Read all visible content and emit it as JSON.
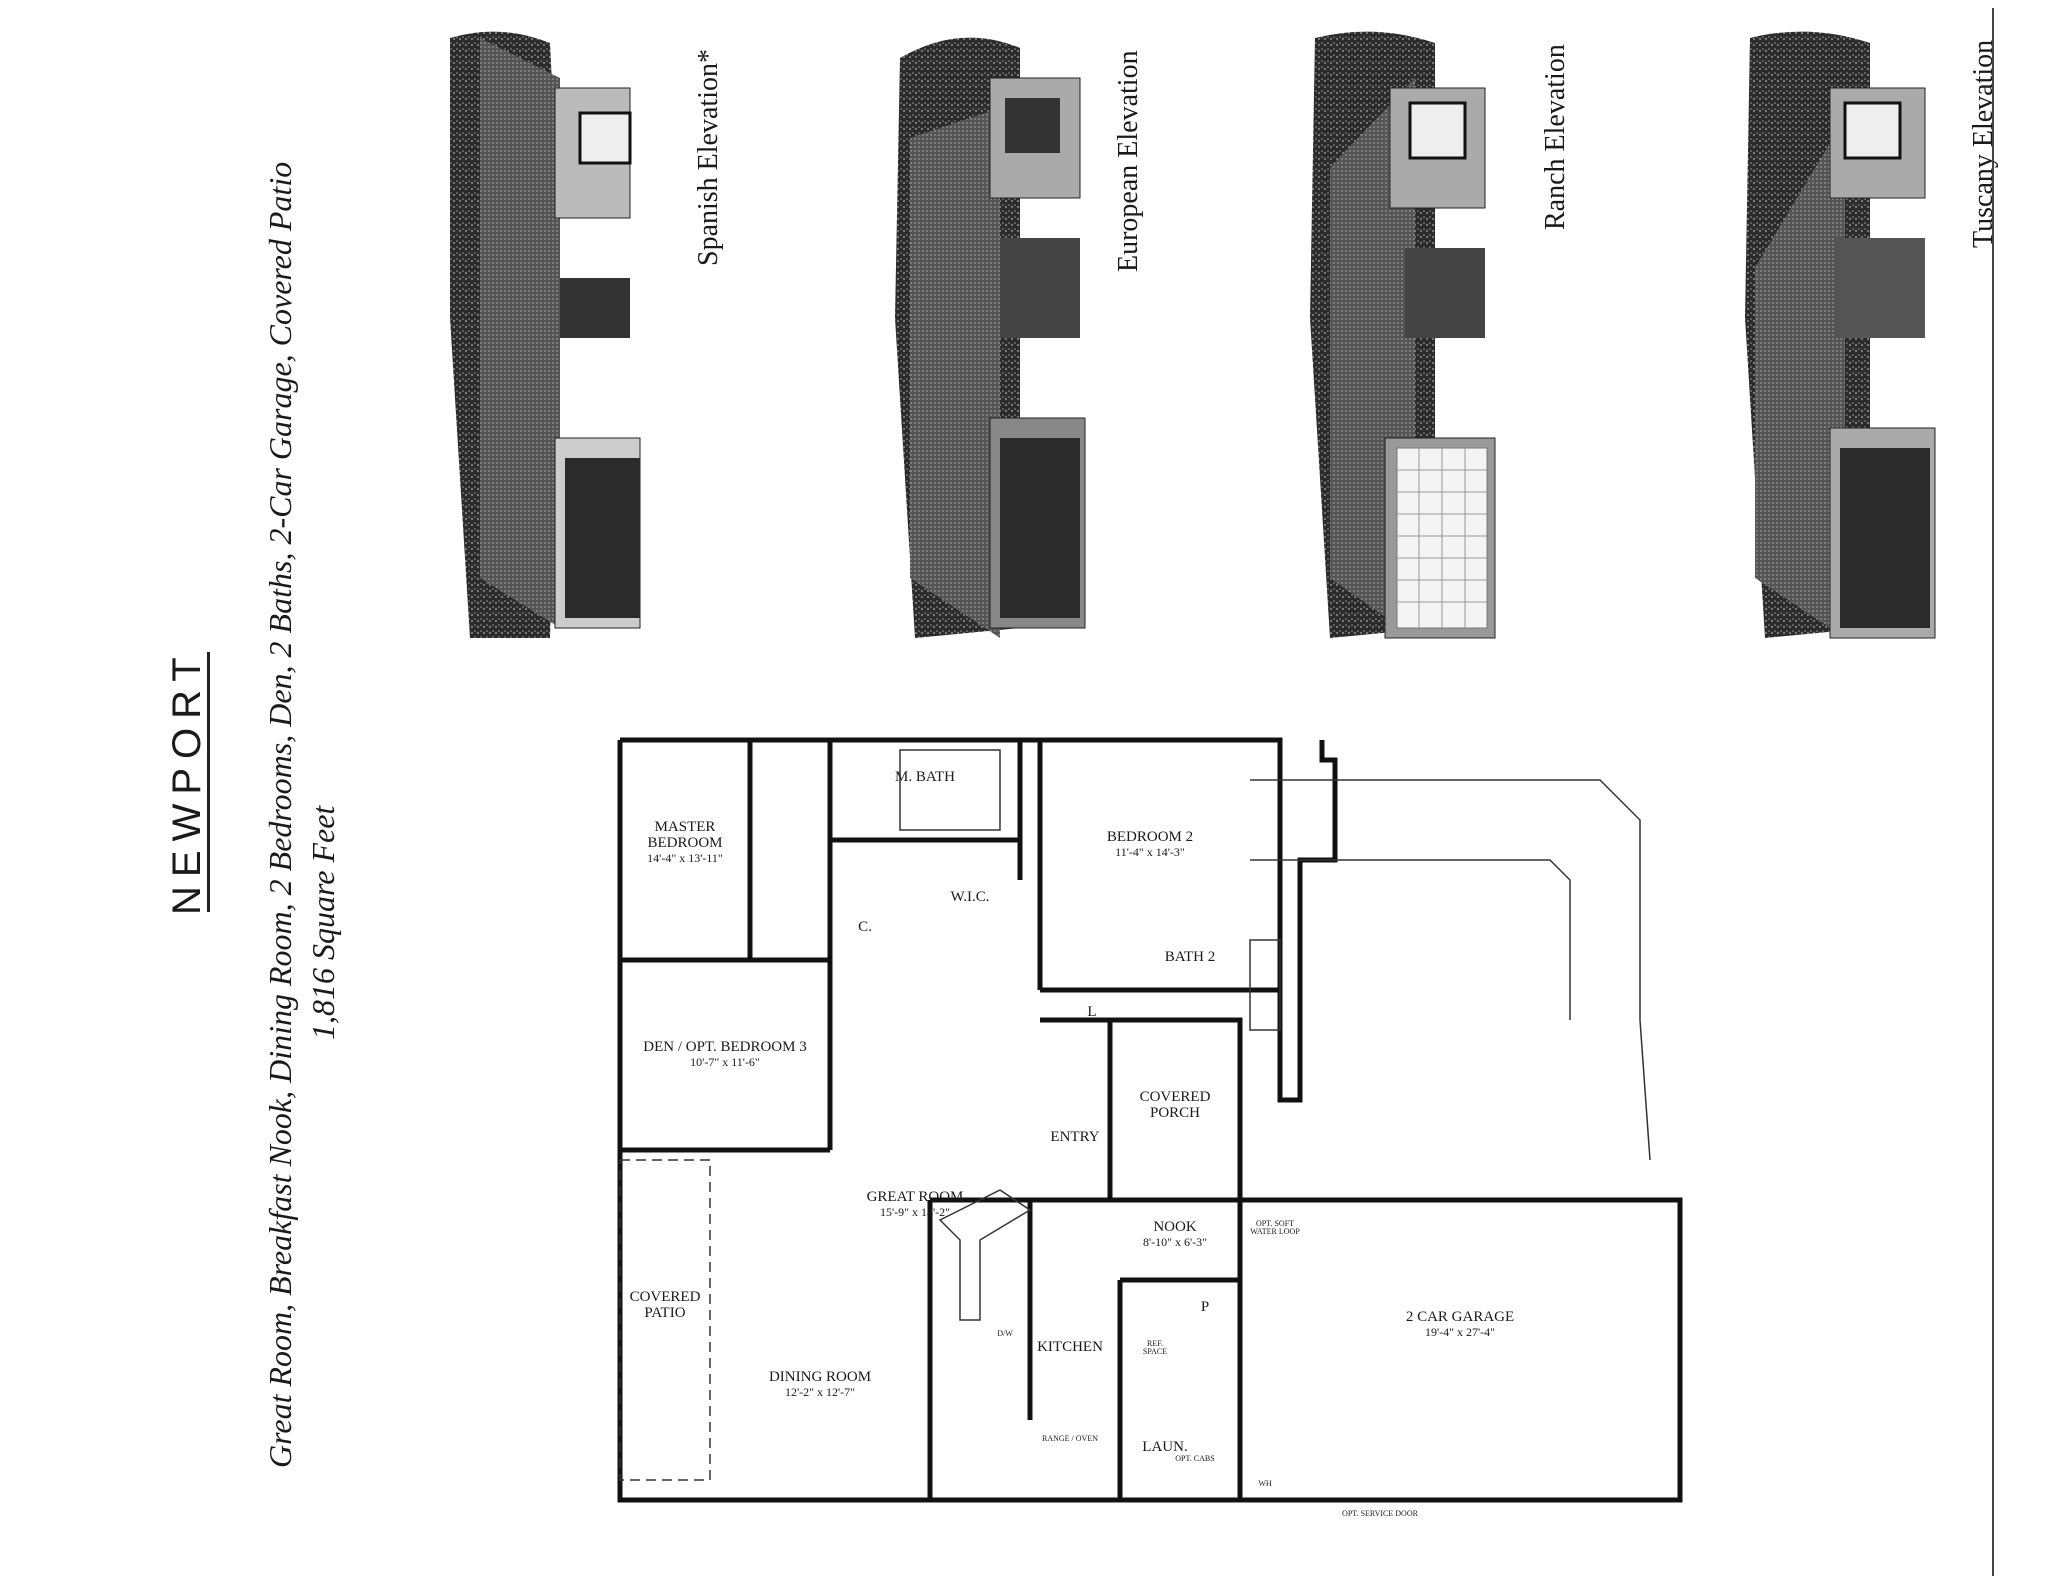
{
  "header": {
    "title": "NEWPORT",
    "subtitle": "Great Room, Breakfast Nook, Dining Room, 2 Bedrooms, Den, 2 Baths, 2-Car Garage, Covered Patio",
    "square_feet": "1,816 Square Feet"
  },
  "elevations": [
    {
      "label": "Spanish Elevation*",
      "icon": "spanish-house-rendering"
    },
    {
      "label": "European Elevation",
      "icon": "european-house-rendering"
    },
    {
      "label": "Ranch Elevation",
      "icon": "ranch-house-rendering"
    },
    {
      "label": "Tuscany Elevation",
      "icon": "tuscany-house-rendering"
    }
  ],
  "rooms": {
    "master_bedroom": {
      "name": "MASTER BEDROOM",
      "dim": "14'-4\" x 13'-11\""
    },
    "m_bath": {
      "name": "M. BATH"
    },
    "wic": {
      "name": "W.I.C."
    },
    "closet": {
      "name": "C."
    },
    "bedroom2": {
      "name": "BEDROOM 2",
      "dim": "11'-4\" x 14'-3\""
    },
    "bath2": {
      "name": "BATH 2"
    },
    "den": {
      "name": "DEN / OPT. BEDROOM 3",
      "dim": "10'-7\" x 11'-6\""
    },
    "linen": {
      "name": "L"
    },
    "great_room": {
      "name": "GREAT ROOM",
      "dim": "15'-9\" x 14'-2\""
    },
    "entry": {
      "name": "ENTRY"
    },
    "covered_porch": {
      "name": "COVERED PORCH"
    },
    "covered_patio": {
      "name": "COVERED PATIO"
    },
    "nook": {
      "name": "NOOK",
      "dim": "8'-10\" x 6'-3\""
    },
    "kitchen": {
      "name": "KITCHEN"
    },
    "dining_room": {
      "name": "DINING ROOM",
      "dim": "12'-2\" x 12'-7\""
    },
    "garage": {
      "name": "2 CAR GARAGE",
      "dim": "19'-4\" x 27'-4\""
    },
    "laundry": {
      "name": "LAUN."
    },
    "pantry": {
      "name": "P"
    },
    "dw": {
      "name": "D/W"
    },
    "range_oven": {
      "name": "RANGE / OVEN"
    },
    "ref_space": {
      "name": "REF. SPACE"
    },
    "opt_cabs": {
      "name": "OPT. CABS"
    },
    "water_loop": {
      "name": "OPT. SOFT WATER LOOP"
    },
    "wh": {
      "name": "WH"
    },
    "service_door": {
      "name": "OPT. SERVICE DOOR"
    }
  }
}
